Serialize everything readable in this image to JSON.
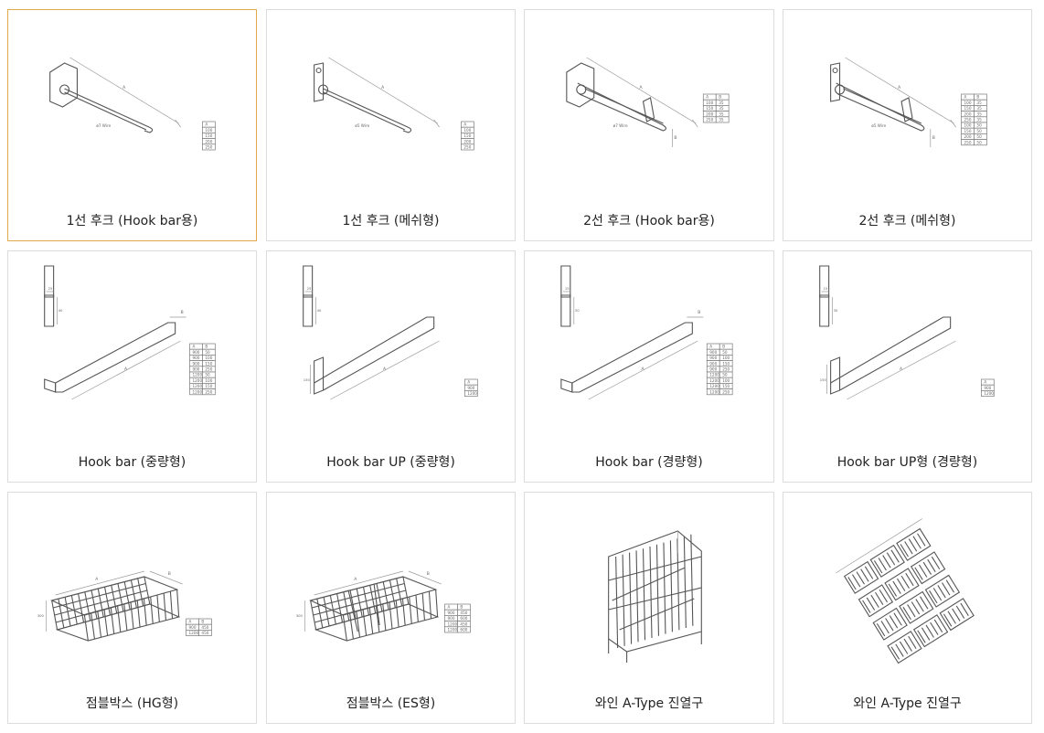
{
  "products": [
    {
      "name": "1선 후크 (Hook bar용)",
      "wire_label": "ø7 Wire",
      "table_header": [
        "A"
      ],
      "table_rows": [
        [
          "100"
        ],
        [
          "150"
        ],
        [
          "200"
        ],
        [
          "250"
        ]
      ]
    },
    {
      "name": "1선 후크 (메쉬형)",
      "wire_label": "ø5 Wire",
      "table_header": [
        "A"
      ],
      "table_rows": [
        [
          "100"
        ],
        [
          "150"
        ],
        [
          "200"
        ],
        [
          "250"
        ]
      ]
    },
    {
      "name": "2선 후크 (Hook bar용)",
      "wire_label": "ø7 Wire",
      "table_header": [
        "A",
        "B"
      ],
      "table_rows": [
        [
          "100",
          "35"
        ],
        [
          "150",
          "35"
        ],
        [
          "200",
          "35"
        ],
        [
          "250",
          "35"
        ]
      ]
    },
    {
      "name": "2선 후크 (메쉬형)",
      "wire_label": "ø5 Wire",
      "table_header": [
        "A",
        "B"
      ],
      "table_rows": [
        [
          "100",
          "35"
        ],
        [
          "150",
          "35"
        ],
        [
          "200",
          "35"
        ],
        [
          "250",
          "35"
        ],
        [
          "100",
          "50"
        ],
        [
          "150",
          "50"
        ],
        [
          "200",
          "50"
        ],
        [
          "250",
          "50"
        ]
      ]
    },
    {
      "name": "Hook bar (중량형)",
      "table_header": [
        "A",
        "B"
      ],
      "table_rows": [
        [
          "900",
          "50"
        ],
        [
          "900",
          "100"
        ],
        [
          "900",
          "150"
        ],
        [
          "900",
          "250"
        ],
        [
          "1200",
          "50"
        ],
        [
          "1200",
          "100"
        ],
        [
          "1200",
          "150"
        ],
        [
          "1200",
          "250"
        ]
      ]
    },
    {
      "name": "Hook bar UP (중량형)",
      "table_header": [
        "A"
      ],
      "table_rows": [
        [
          "900"
        ],
        [
          "1200"
        ]
      ]
    },
    {
      "name": "Hook bar (경량형)",
      "table_header": [
        "A",
        "B"
      ],
      "table_rows": [
        [
          "900",
          "50"
        ],
        [
          "900",
          "100"
        ],
        [
          "900",
          "150"
        ],
        [
          "900",
          "250"
        ],
        [
          "1200",
          "50"
        ],
        [
          "1200",
          "100"
        ],
        [
          "1200",
          "150"
        ],
        [
          "1200",
          "250"
        ]
      ]
    },
    {
      "name": "Hook bar UP형 (경량형)",
      "table_header": [
        "A"
      ],
      "table_rows": [
        [
          "900"
        ],
        [
          "1200"
        ]
      ]
    },
    {
      "name": "점블박스 (HG형)",
      "table_header": [
        "A",
        "B"
      ],
      "table_rows": [
        [
          "900",
          "450"
        ],
        [
          "1200",
          "450"
        ]
      ]
    },
    {
      "name": "점블박스 (ES형)",
      "table_header": [
        "A",
        "B"
      ],
      "table_rows": [
        [
          "900",
          "450"
        ],
        [
          "900",
          "600"
        ],
        [
          "1200",
          "450"
        ],
        [
          "1200",
          "600"
        ]
      ]
    },
    {
      "name": "와인 A-Type 진열구"
    },
    {
      "name": "와인 A-Type 진열구"
    }
  ]
}
